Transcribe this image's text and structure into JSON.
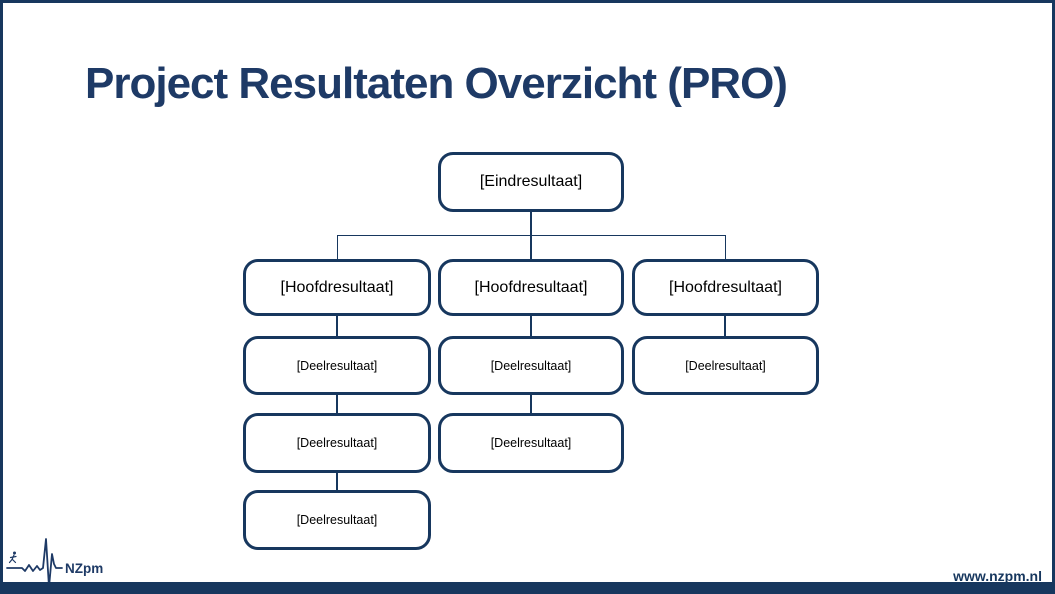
{
  "slide": {
    "title": "Project Resultaten Overzicht (PRO)",
    "footer_url": "www.nzpm.nl",
    "logo_text": "NZpm"
  },
  "colors": {
    "accent_navy": "#17375E",
    "title_navy": "#1E3A66",
    "box_text": "#000000",
    "background": "#ffffff"
  },
  "diagram": {
    "type": "org-chart",
    "root": {
      "label": "[Eindresultaat]"
    },
    "columns": [
      {
        "main": {
          "label": "[Hoofdresultaat]"
        },
        "subs": [
          {
            "label": "[Deelresultaat]"
          },
          {
            "label": "[Deelresultaat]"
          },
          {
            "label": "[Deelresultaat]"
          }
        ]
      },
      {
        "main": {
          "label": "[Hoofdresultaat]"
        },
        "subs": [
          {
            "label": "[Deelresultaat]"
          },
          {
            "label": "[Deelresultaat]"
          }
        ]
      },
      {
        "main": {
          "label": "[Hoofdresultaat]"
        },
        "subs": [
          {
            "label": "[Deelresultaat]"
          }
        ]
      }
    ]
  }
}
